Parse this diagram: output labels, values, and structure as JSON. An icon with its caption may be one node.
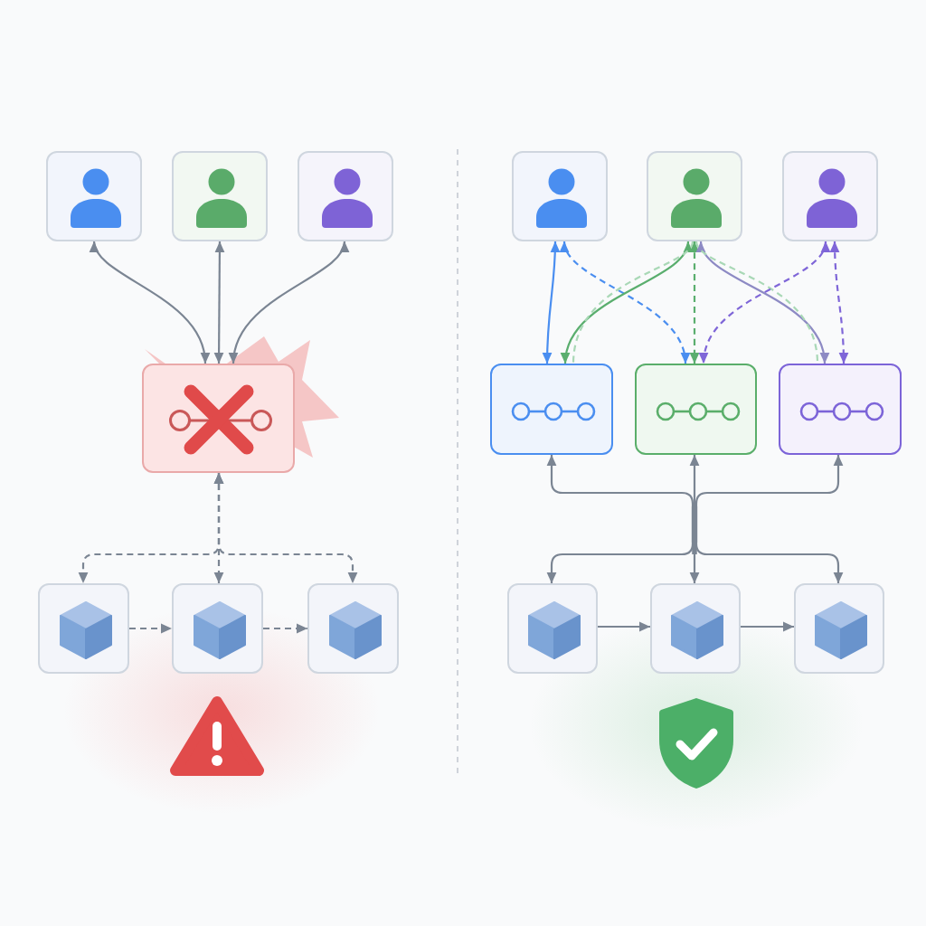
{
  "diagram": {
    "nodes": [
      {
        "text": [],
        "shape": "box"
      },
      {
        "text": [],
        "shape": "box"
      },
      {
        "text": [],
        "shape": "box"
      },
      {
        "text": [],
        "shape": "box"
      },
      {
        "text": [],
        "shape": "box"
      },
      {
        "text": [],
        "shape": "box"
      },
      {
        "text": [],
        "shape": "box"
      },
      {
        "text": [],
        "shape": "box"
      },
      {
        "text": [],
        "shape": "box"
      },
      {
        "text": [],
        "shape": "box"
      },
      {
        "text": [],
        "shape": "box"
      },
      {
        "text": [],
        "shape": "box"
      },
      {
        "text": [],
        "shape": "box"
      },
      {
        "text": [],
        "shape": "box"
      },
      {
        "text": [],
        "shape": "box"
      },
      {
        "text": [],
        "shape": "box"
      }
    ],
    "edges": [
      {
        "from": 0,
        "to": 3,
        "arrow": "both"
      },
      {
        "from": 1,
        "to": 3,
        "arrow": "both"
      },
      {
        "from": 2,
        "to": 3,
        "arrow": "both"
      },
      {
        "from": 3,
        "to": 4,
        "arrow": "both",
        "style": "dashed"
      },
      {
        "from": 3,
        "to": 5,
        "arrow": "both",
        "style": "dashed"
      },
      {
        "from": 3,
        "to": 6,
        "arrow": "both",
        "style": "dashed"
      },
      {
        "from": 4,
        "to": 5,
        "arrow": "to",
        "style": "dashed"
      },
      {
        "from": 5,
        "to": 6,
        "arrow": "to",
        "style": "dashed"
      },
      {
        "from": 7,
        "to": 10,
        "arrow": "both",
        "color": "#4a8ef0"
      },
      {
        "from": 7,
        "to": 11,
        "arrow": "both",
        "style": "dashed",
        "color": "#4a8ef0"
      },
      {
        "from": 8,
        "to": 10,
        "arrow": "both",
        "color": "#5aae6e"
      },
      {
        "from": 8,
        "to": 10,
        "arrow": "none",
        "style": "dashed",
        "color": "#a9d8b6"
      },
      {
        "from": 8,
        "to": 11,
        "arrow": "both",
        "style": "dashed",
        "color": "#5aae6e"
      },
      {
        "from": 8,
        "to": 12,
        "arrow": "both",
        "color": "#8d8ac4"
      },
      {
        "from": 8,
        "to": 12,
        "arrow": "none",
        "style": "dashed",
        "color": "#a9d8b6"
      },
      {
        "from": 9,
        "to": 11,
        "arrow": "both",
        "style": "dashed",
        "color": "#7f66d8"
      },
      {
        "from": 9,
        "to": 12,
        "arrow": "both",
        "style": "dashed",
        "color": "#7f66d8"
      },
      {
        "from": null,
        "to": 10,
        "arrow": "to"
      },
      {
        "from": null,
        "to": 11,
        "arrow": "to"
      },
      {
        "from": null,
        "to": 12,
        "arrow": "to"
      },
      {
        "from": null,
        "to": 13,
        "arrow": "to"
      },
      {
        "from": null,
        "to": 14,
        "arrow": "to"
      },
      {
        "from": null,
        "to": 15,
        "arrow": "to"
      },
      {
        "from": 13,
        "to": 14,
        "arrow": "to"
      },
      {
        "from": 14,
        "to": 15,
        "arrow": "to"
      }
    ]
  }
}
